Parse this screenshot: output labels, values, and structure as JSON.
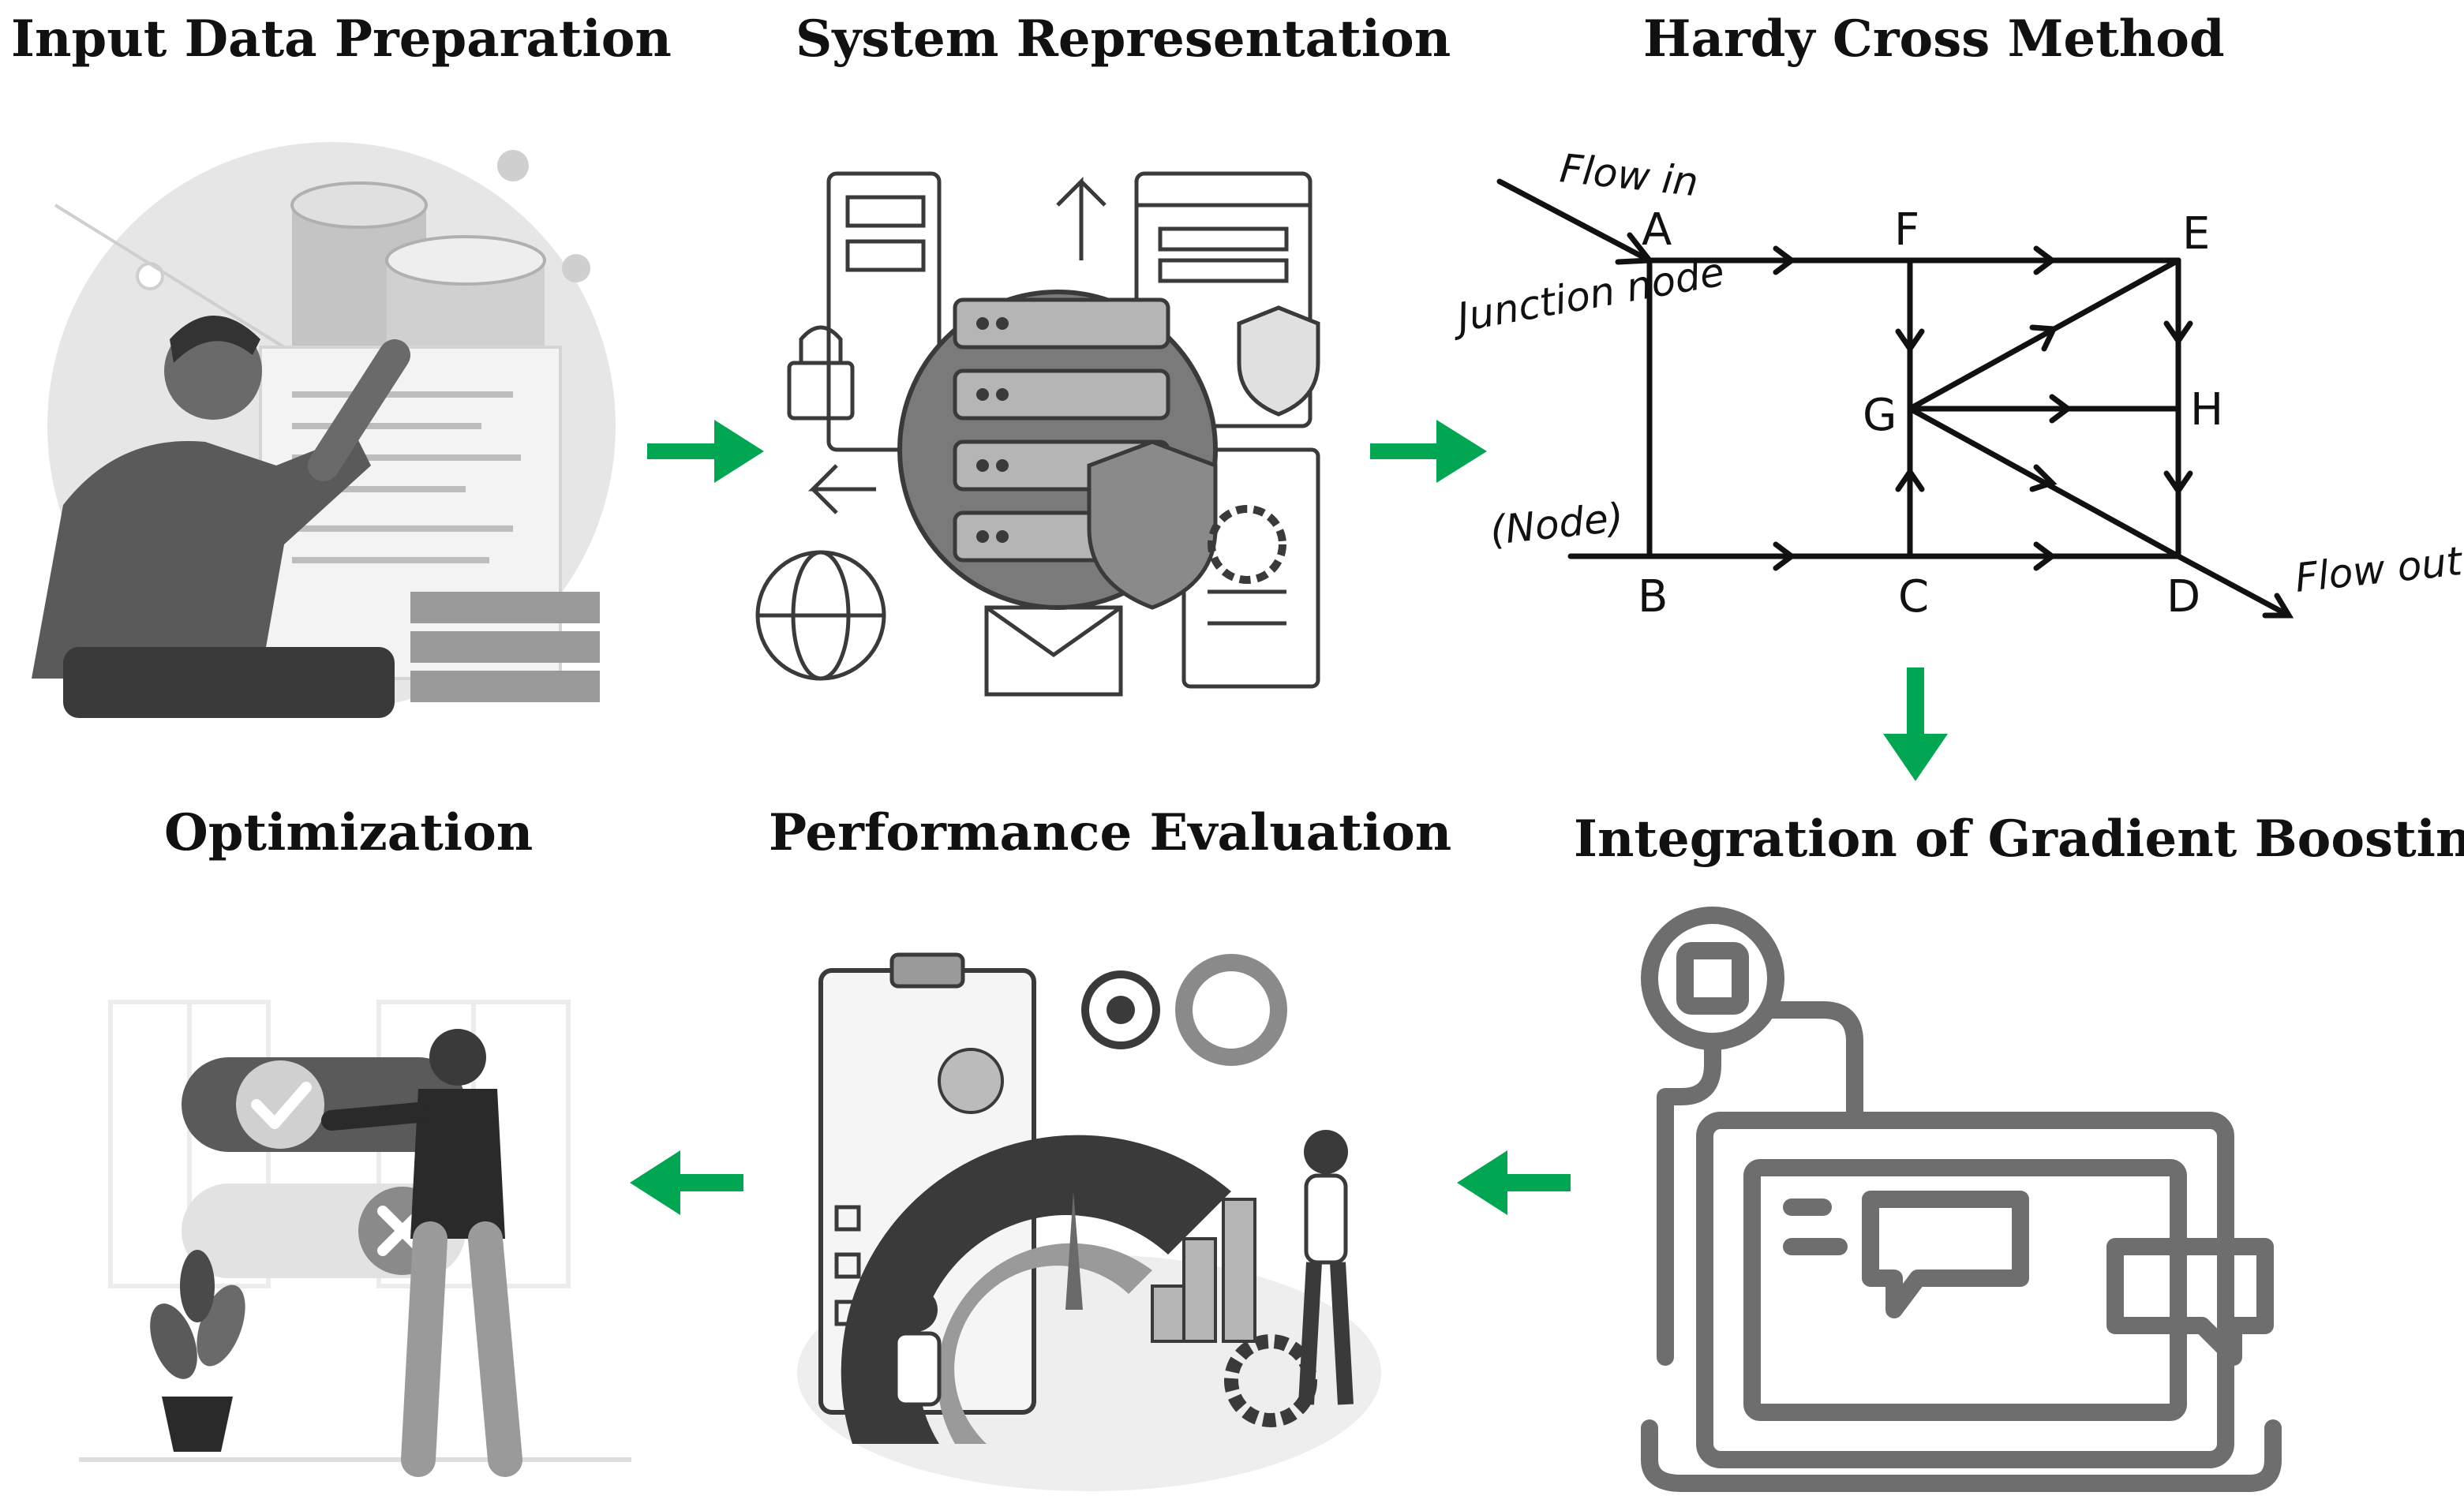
{
  "stages": [
    {
      "title": "Input Data Preparation"
    },
    {
      "title": "System Representation"
    },
    {
      "title": "Hardy Cross Method"
    },
    {
      "title": "Integration of Gradient Boosting"
    },
    {
      "title": "Performance Evaluation"
    },
    {
      "title": "Optimization"
    }
  ],
  "network": {
    "flow_in": "Flow in",
    "flow_out": "Flow out",
    "junction_node": "Junction node",
    "node_label": "(Node)",
    "nodes": {
      "A": "A",
      "B": "B",
      "C": "C",
      "D": "D",
      "E": "E",
      "F": "F",
      "G": "G",
      "H": "H"
    }
  },
  "colors": {
    "arrow": "#00a651",
    "illustration": "#7a7a7a",
    "text": "#111111"
  }
}
